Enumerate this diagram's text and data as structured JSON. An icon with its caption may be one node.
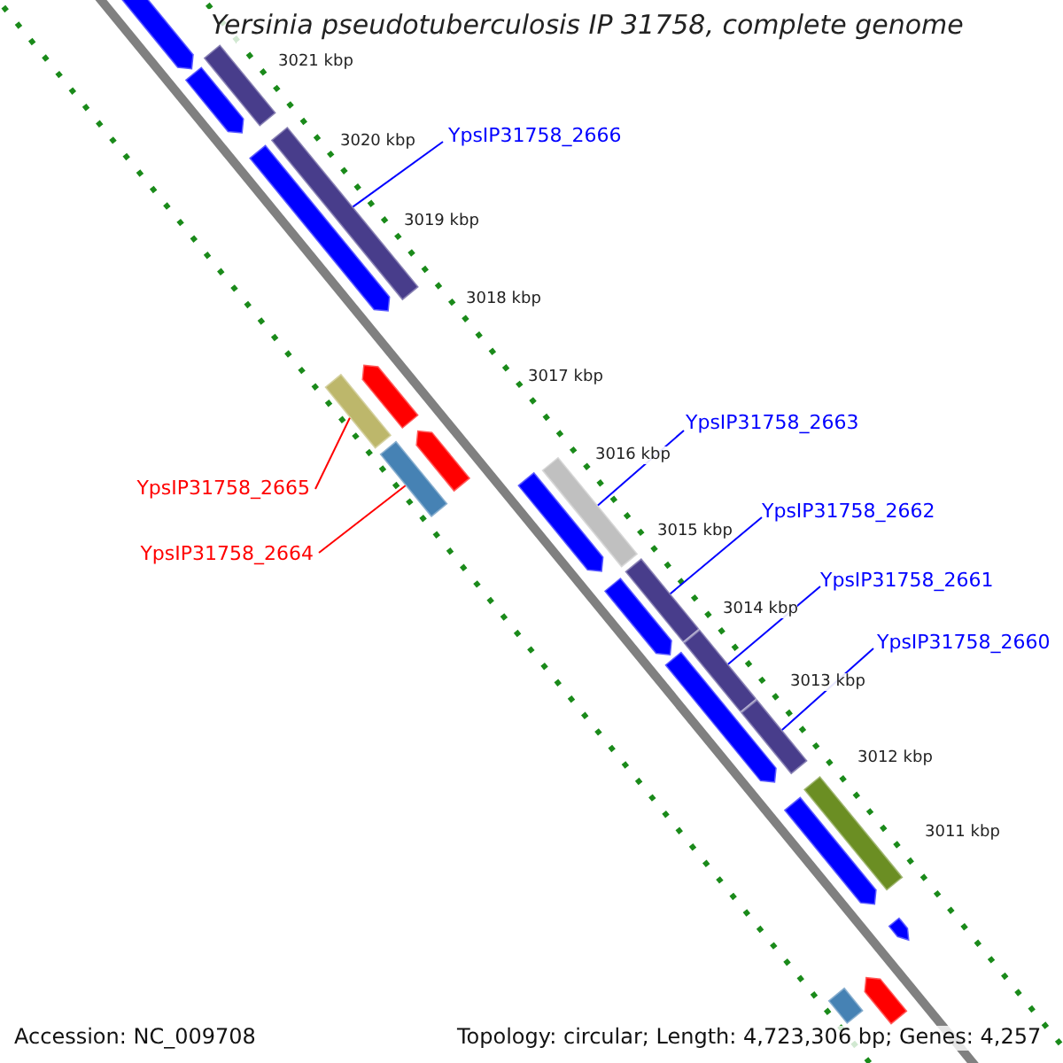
{
  "diagram": {
    "title": "Yersinia pseudotuberculosis IP 31758, complete genome",
    "nodes": [
      {
        "text": [
          "YpsIP31758_2666"
        ]
      },
      {
        "text": [],
        "shape": "bar"
      },
      {
        "text": [
          "YpsIP31758_2665"
        ]
      },
      {
        "text": [],
        "shape": "bar"
      },
      {
        "text": [
          "YpsIP31758_2664"
        ]
      },
      {
        "text": [],
        "shape": "bar"
      },
      {
        "text": [
          "YpsIP31758_2663"
        ]
      },
      {
        "text": [],
        "shape": "bar"
      },
      {
        "text": [
          "YpsIP31758_2662"
        ]
      },
      {
        "text": [],
        "shape": "bar"
      },
      {
        "text": [
          "YpsIP31758_2661"
        ]
      },
      {
        "text": [],
        "shape": "bar"
      },
      {
        "text": [
          "YpsIP31758_2660"
        ]
      },
      {
        "text": [],
        "shape": "bar"
      },
      {
        "text": [],
        "shape": "arrow"
      },
      {
        "text": [],
        "shape": "bar"
      },
      {
        "text": [],
        "shape": "arrow"
      },
      {
        "text": [],
        "shape": "arrow"
      },
      {
        "text": [],
        "shape": "arrow"
      },
      {
        "text": [],
        "shape": "arrow"
      },
      {
        "text": [],
        "shape": "arrow"
      },
      {
        "text": [],
        "shape": "arrow"
      },
      {
        "text": [],
        "shape": "arrow"
      },
      {
        "text": [],
        "shape": "bar"
      },
      {
        "text": [],
        "shape": "arrow"
      },
      {
        "text": [],
        "shape": "arrow"
      },
      {
        "text": [],
        "shape": "bar"
      },
      {
        "text": [],
        "shape": "arrow"
      }
    ],
    "edges": [
      {
        "from": 0,
        "to": 1,
        "arrow": "none"
      },
      {
        "from": 2,
        "to": 3,
        "arrow": "none",
        "color": "#ff0000"
      },
      {
        "from": 4,
        "to": 5,
        "arrow": "none",
        "color": "#ff0000"
      },
      {
        "from": 6,
        "to": 7,
        "arrow": "none"
      },
      {
        "from": 8,
        "to": 9,
        "arrow": "none"
      },
      {
        "from": 10,
        "to": 11,
        "arrow": "none"
      },
      {
        "from": 12,
        "to": 13,
        "arrow": "none"
      }
    ],
    "labels": [
      "3021 kbp",
      "3020 kbp",
      "3019 kbp",
      "3018 kbp",
      "3017 kbp",
      "3016 kbp",
      "3015 kbp",
      "3014 kbp",
      "3013 kbp",
      "3012 kbp",
      "3011 kbp",
      "Accession: NC_009708",
      "Topology: circular; Length: 4,723,306 bp; Genes: 4,257"
    ]
  }
}
